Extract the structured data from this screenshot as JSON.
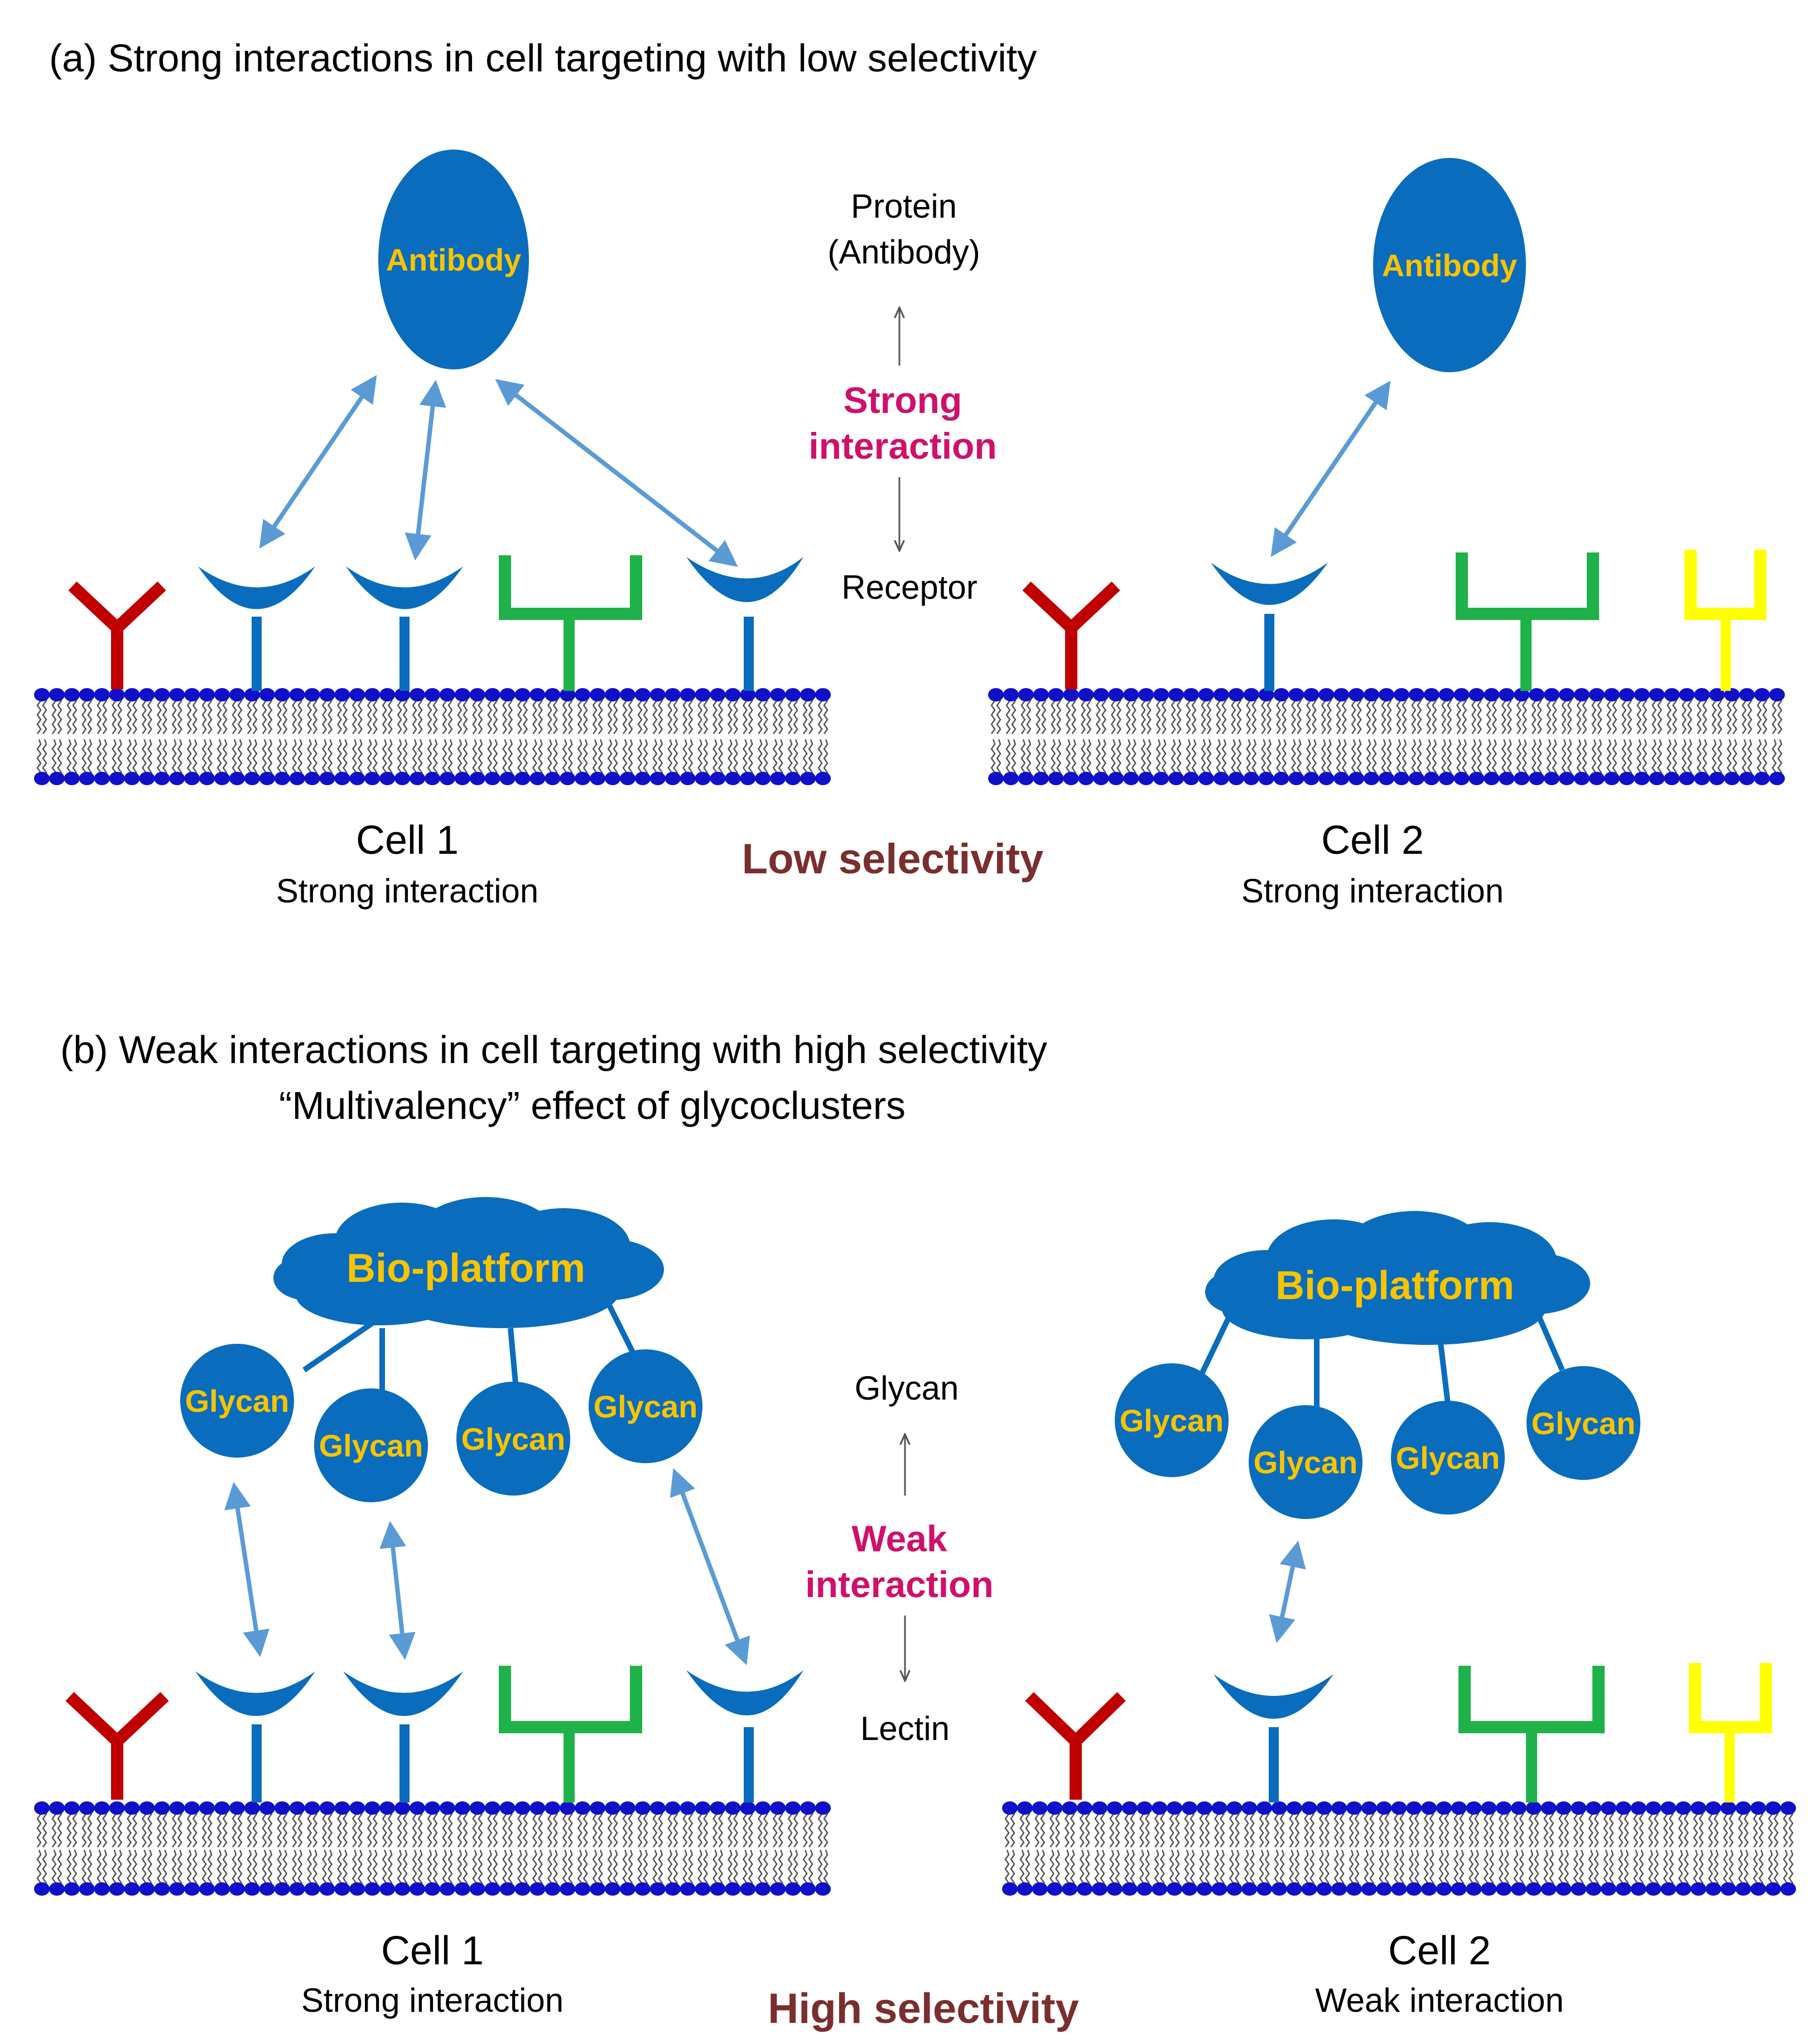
{
  "panel_a": {
    "title": "(a)  Strong interactions in cell targeting with low selectivity",
    "antibody_left": "Antibody",
    "antibody_right": "Antibody",
    "protein_line1": "Protein",
    "protein_line2": "(Antibody)",
    "interaction_line1": "Strong",
    "interaction_line2": "interaction",
    "receptor": "Receptor",
    "cell1_name": "Cell 1",
    "cell1_desc": "Strong interaction",
    "cell2_name": "Cell 2",
    "cell2_desc": "Strong interaction",
    "selectivity": "Low selectivity"
  },
  "panel_b": {
    "title_line1": "(b)  Weak interactions in cell targeting with high selectivity",
    "title_line2": "“Multivalency” effect of glycoclusters",
    "platform_left": "Bio-platform",
    "platform_right": "Bio-platform",
    "glycans_left": [
      "Glycan",
      "Glycan",
      "Glycan",
      "Glycan"
    ],
    "glycans_right": [
      "Glycan",
      "Glycan",
      "Glycan",
      "Glycan"
    ],
    "glycan_label": "Glycan",
    "interaction_line1": "Weak",
    "interaction_line2": "interaction",
    "lectin": "Lectin",
    "cell1_name": "Cell 1",
    "cell1_desc": "Strong interaction",
    "cell2_name": "Cell 2",
    "cell2_desc": "Weak interaction",
    "selectivity": "High selectivity"
  },
  "colors": {
    "molecule_blue": "#0a6cbd",
    "head_blue": "#1010c8",
    "arrow_blue": "#5b9bd5",
    "text_yellow": "#f7c400",
    "receptor_red": "#c00000",
    "receptor_green": "#1fb24a",
    "receptor_yellow": "#ffff00",
    "accent_pink": "#d0106b",
    "accent_brown": "#7a2e2e"
  }
}
